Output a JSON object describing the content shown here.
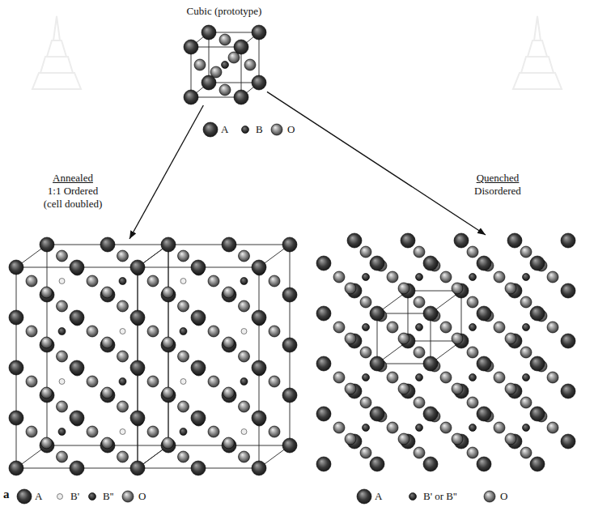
{
  "diagram": {
    "nodes": [
      {
        "text": [
          "Cubic (prototype)"
        ]
      },
      {
        "text": [
          "Annealed",
          "1:1 Ordered (cell doubled)"
        ]
      },
      {
        "text": [
          "Quenched",
          "Disordered"
        ]
      }
    ],
    "edges": [
      {
        "from": 0,
        "to": 1,
        "arrow": "to"
      },
      {
        "from": 0,
        "to": 2,
        "arrow": "to"
      }
    ],
    "labels": [
      "a"
    ],
    "legend": [
      {
        "text": "A"
      },
      {
        "text": "B"
      },
      {
        "text": "O"
      },
      {
        "text": "A"
      },
      {
        "text": "B'"
      },
      {
        "text": "B''"
      },
      {
        "text": "O"
      },
      {
        "text": "A"
      },
      {
        "text": "B' or B''"
      },
      {
        "text": "O"
      }
    ]
  }
}
